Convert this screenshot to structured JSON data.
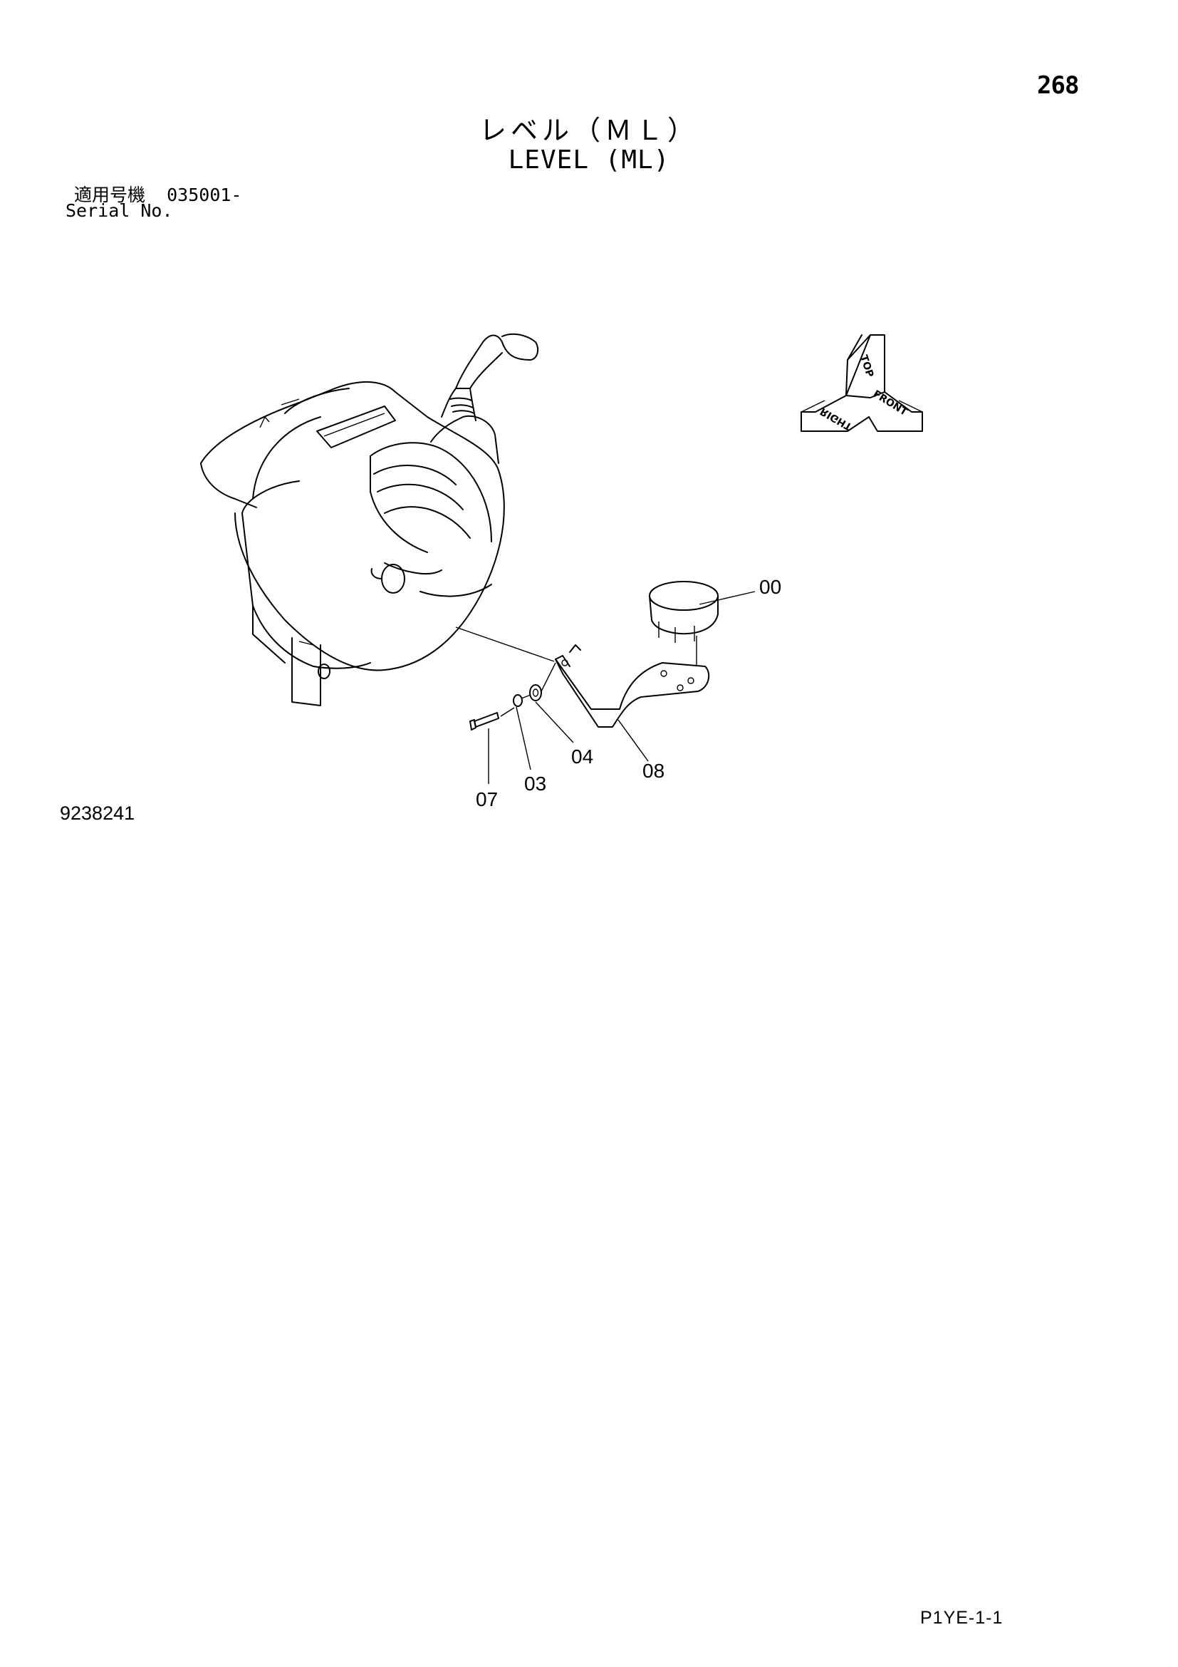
{
  "header": {
    "page_number": "268",
    "title_jp": "レベル（ＭＬ）",
    "title_en": "LEVEL (ML)"
  },
  "serial": {
    "label_jp": "適用号機",
    "range": "035001-",
    "label_en": "Serial No."
  },
  "direction_indicator": {
    "labels": [
      "TOP",
      "FRONT",
      "RIGHT"
    ]
  },
  "callouts": {
    "c00": "00",
    "c03": "03",
    "c04": "04",
    "c07": "07",
    "c08": "08"
  },
  "footer": {
    "drawing_number": "9238241",
    "page_code": "P1YE-1-1"
  }
}
